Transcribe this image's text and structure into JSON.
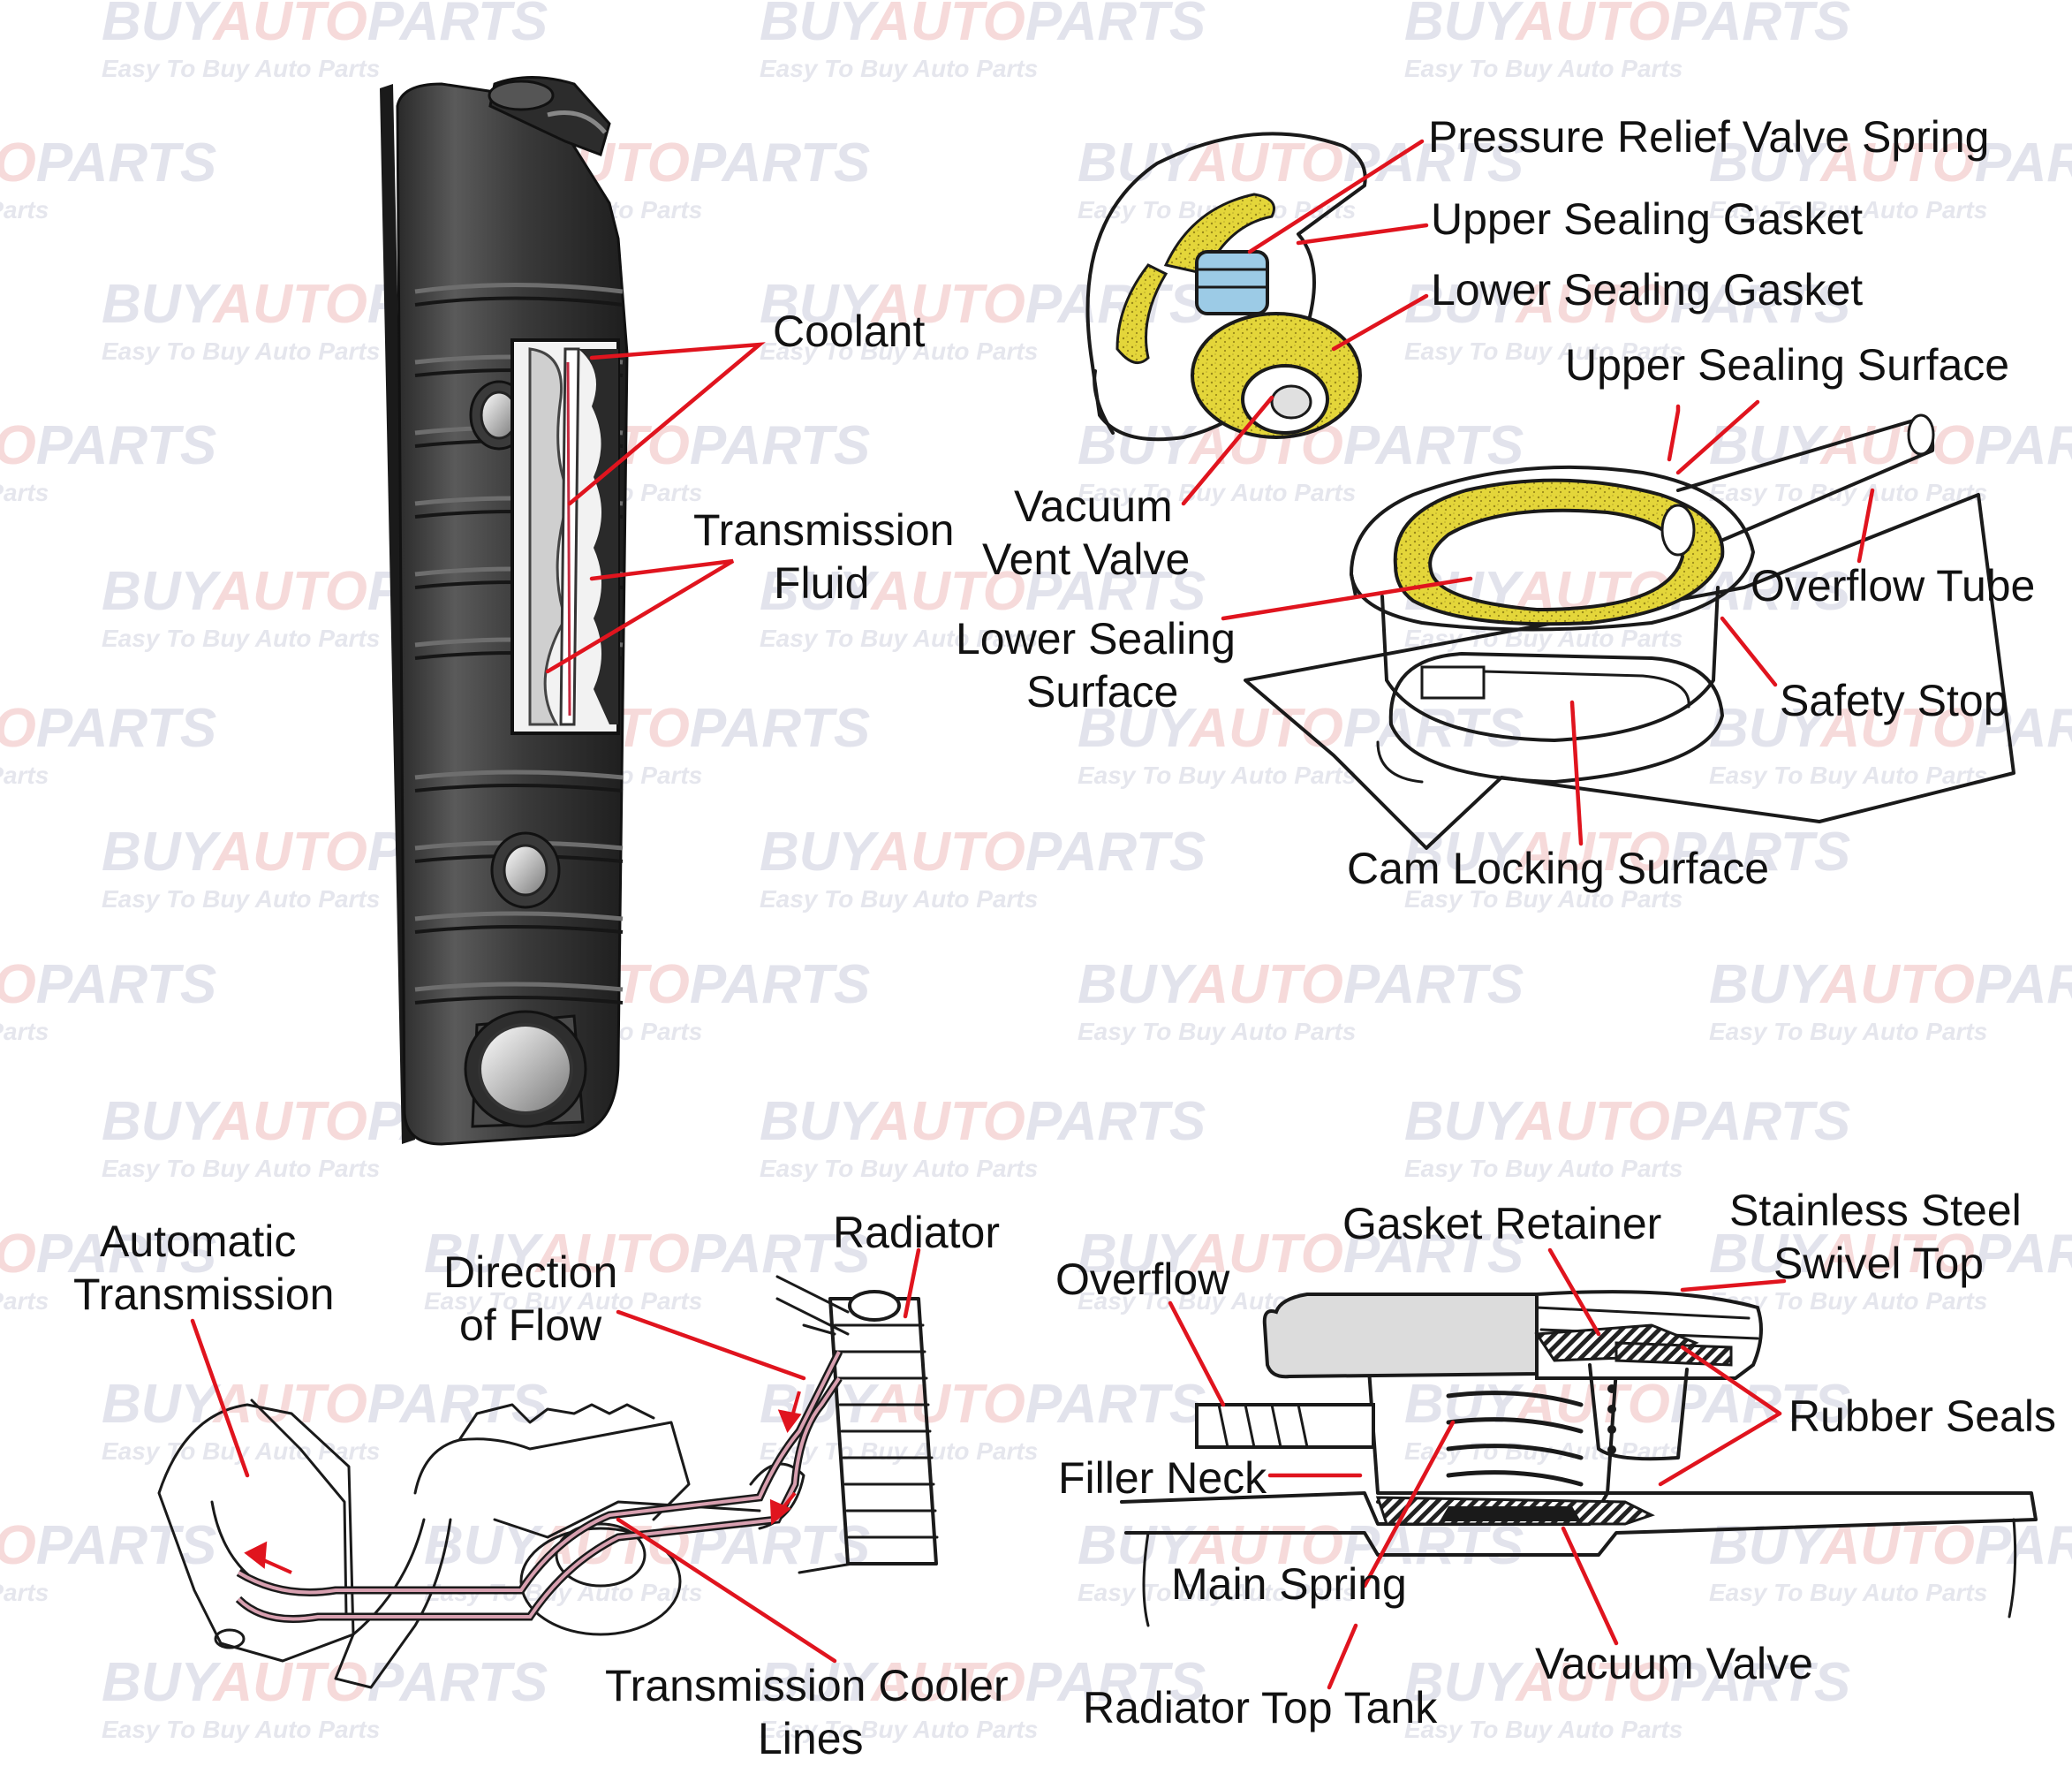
{
  "watermark": {
    "brand_a": "BUY",
    "brand_b": "AUTO",
    "brand_c": "PARTS",
    "tagline": "Easy To Buy Auto Parts"
  },
  "colors": {
    "leader": "#e0141e",
    "gasket": "#e4d63a",
    "body_blue": "#9ccbe6",
    "metal_dark": "#3a3a3a",
    "flow_arrow": "#e0141e",
    "tube_pink": "#c93a5c"
  },
  "radiator_tank": {
    "labels": {
      "coolant": "Coolant",
      "trans_fluid_1": "Transmission",
      "trans_fluid_2": "Fluid"
    }
  },
  "radiator_cap": {
    "labels": {
      "pressure_relief_valve_spring": "Pressure Relief Valve Spring",
      "upper_sealing_gasket": "Upper Sealing Gasket",
      "lower_sealing_gasket": "Lower Sealing Gasket",
      "upper_sealing_surface": "Upper Sealing Surface",
      "vacuum_vent_valve_1": "Vacuum",
      "vacuum_vent_valve_2": "Vent Valve",
      "overflow_tube": "Overflow Tube",
      "lower_sealing_surface_1": "Lower Sealing",
      "lower_sealing_surface_2": "Surface",
      "safety_stop": "Safety Stop",
      "cam_locking_surface": "Cam Locking Surface"
    }
  },
  "cooler_lines": {
    "labels": {
      "automatic_transmission_1": "Automatic",
      "automatic_transmission_2": "Transmission",
      "direction_of_flow_1": "Direction",
      "direction_of_flow_2": "of Flow",
      "radiator": "Radiator",
      "transmission_cooler_lines_1": "Transmission Cooler",
      "transmission_cooler_lines_2": "Lines"
    }
  },
  "cap_cross_section": {
    "labels": {
      "gasket_retainer": "Gasket Retainer",
      "stainless_steel_1": "Stainless Steel",
      "stainless_steel_2": "Swivel Top",
      "overflow": "Overflow",
      "rubber_seals": "Rubber Seals",
      "filler_neck": "Filler Neck",
      "main_spring": "Main Spring",
      "vacuum_valve": "Vacuum Valve",
      "radiator_top_tank": "Radiator Top Tank"
    }
  }
}
